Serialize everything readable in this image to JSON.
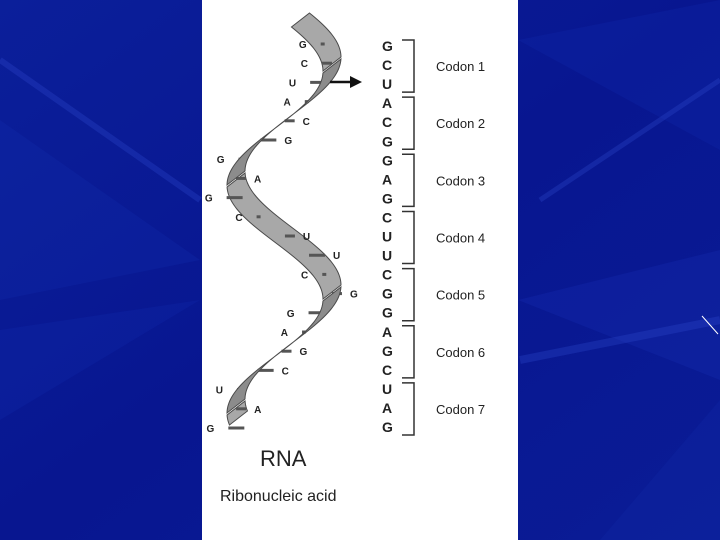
{
  "colors": {
    "background": "#0a1a8c",
    "panel": "#ffffff",
    "strand": "#8c8c8c",
    "strand_edge": "#4a4a4a",
    "ink": "#222222"
  },
  "diagram": {
    "title": "RNA",
    "subtitle": "Ribonucleic acid",
    "helix_bases": [
      "G",
      "C",
      "U",
      "A",
      "C",
      "G",
      "G",
      "A",
      "G",
      "C",
      "U",
      "U",
      "C",
      "G",
      "G",
      "A",
      "G",
      "C",
      "U",
      "A",
      "G"
    ],
    "sequence": [
      "G",
      "C",
      "U",
      "A",
      "C",
      "G",
      "G",
      "A",
      "G",
      "C",
      "U",
      "U",
      "C",
      "G",
      "G",
      "A",
      "G",
      "C",
      "U",
      "A",
      "G"
    ],
    "codons": [
      "Codon 1",
      "Codon 2",
      "Codon 3",
      "Codon 4",
      "Codon 5",
      "Codon 6",
      "Codon 7"
    ],
    "arrow_icon": "right-arrow-icon"
  }
}
